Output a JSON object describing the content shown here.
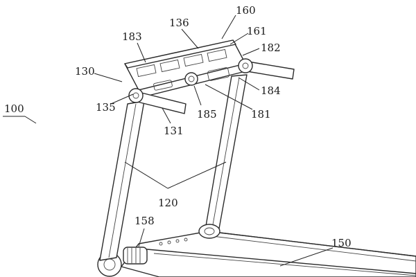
{
  "labels": {
    "l100": "100",
    "l120": "120",
    "l130": "130",
    "l131": "131",
    "l135": "135",
    "l136": "136",
    "l150": "150",
    "l158": "158",
    "l160": "160",
    "l161": "161",
    "l181": "181",
    "l182": "182",
    "l183": "183",
    "l184": "184",
    "l185": "185"
  }
}
